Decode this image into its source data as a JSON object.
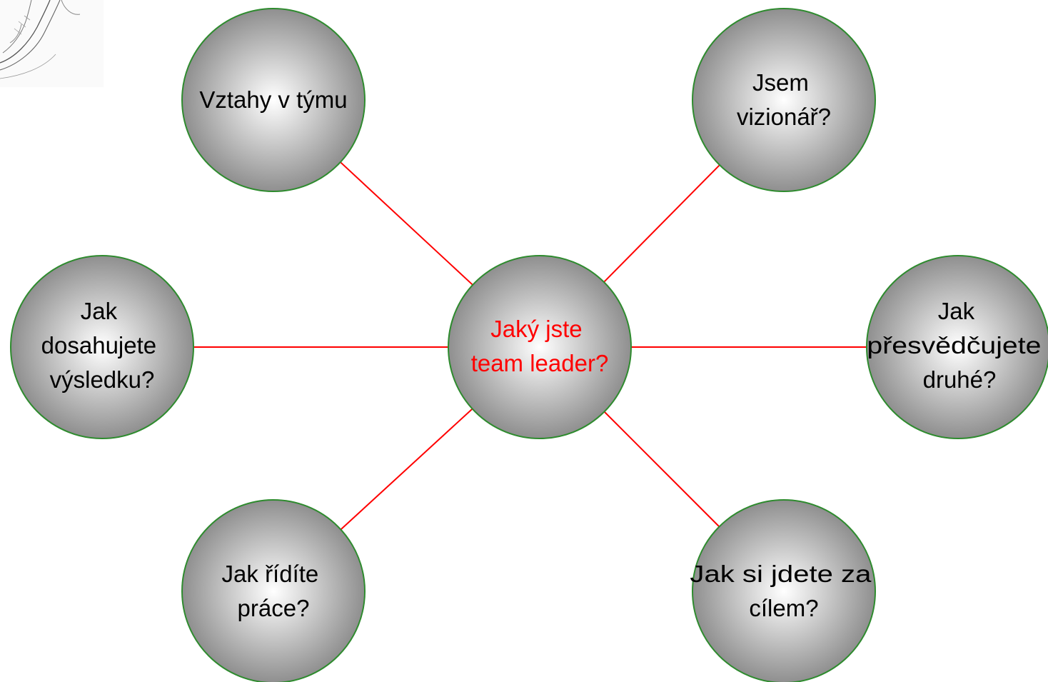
{
  "center": {
    "lines": [
      "Jaký jste",
      "team leader?"
    ],
    "text_color": "#ff0000"
  },
  "nodes": [
    {
      "id": "vztahy-v-tymu",
      "lines": [
        "Vztahy v týmu"
      ]
    },
    {
      "id": "jsem-vizionar",
      "lines": [
        "Jsem",
        "vizionář?"
      ]
    },
    {
      "id": "jak-dosahujete-vysledku",
      "lines": [
        "Jak",
        "dosahujete",
        "výsledku?"
      ]
    },
    {
      "id": "jak-presvedcujete-druhe",
      "lines": [
        "Jak",
        "přesvědčujete",
        "druhé?"
      ]
    },
    {
      "id": "jak-ridite-prace",
      "lines": [
        "Jak řídíte",
        "práce?"
      ]
    },
    {
      "id": "jak-si-jdete-za-cilem",
      "lines": [
        "Jak si jdete za",
        "cílem?"
      ]
    }
  ],
  "colors": {
    "connector": "#ff0000",
    "circle_outline": "#2e8b2e",
    "circle_fill_center": "#ffffff",
    "circle_fill_edge": "#8f8f8f",
    "node_text": "#000000"
  },
  "decoration": {
    "icon": "pencil-sketch-icon"
  }
}
